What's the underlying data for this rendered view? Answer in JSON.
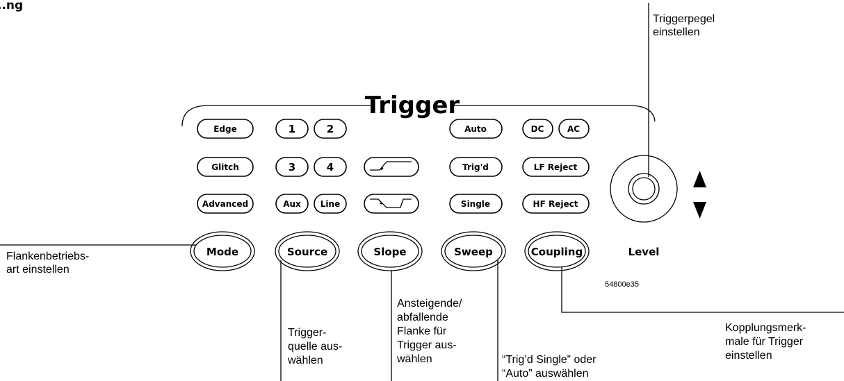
{
  "panel": {
    "title": "Trigger",
    "level_label": "Level",
    "figure_id": "54800e35"
  },
  "buttons": {
    "edge": "Edge",
    "glitch": "Glitch",
    "advanced": "Advanced",
    "src1": "1",
    "src2": "2",
    "src3": "3",
    "src4": "4",
    "aux": "Aux",
    "line": "Line",
    "auto": "Auto",
    "trigd": "Trig'd",
    "single": "Single",
    "dc": "DC",
    "ac": "AC",
    "lf_reject": "LF Reject",
    "hf_reject": "HF Reject"
  },
  "main_buttons": {
    "mode": "Mode",
    "source": "Source",
    "slope": "Slope",
    "sweep": "Sweep",
    "coupling": "Coupling"
  },
  "callouts": {
    "level": "Triggerpegel\neinstellen",
    "mode": "Flankenbetriebs-\nart einstellen",
    "source": "Trigger-\nquelle aus-\nwählen",
    "slope": "Ansteigende/\nabfallende\nFlanke für\nTrigger aus-\nwählen",
    "sweep": "“Trig’d Single” oder\n“Auto” auswählen",
    "coupling": "Kopplungsmerk-\nmale für Trigger\neinstellen"
  },
  "corner_text": "..ng"
}
